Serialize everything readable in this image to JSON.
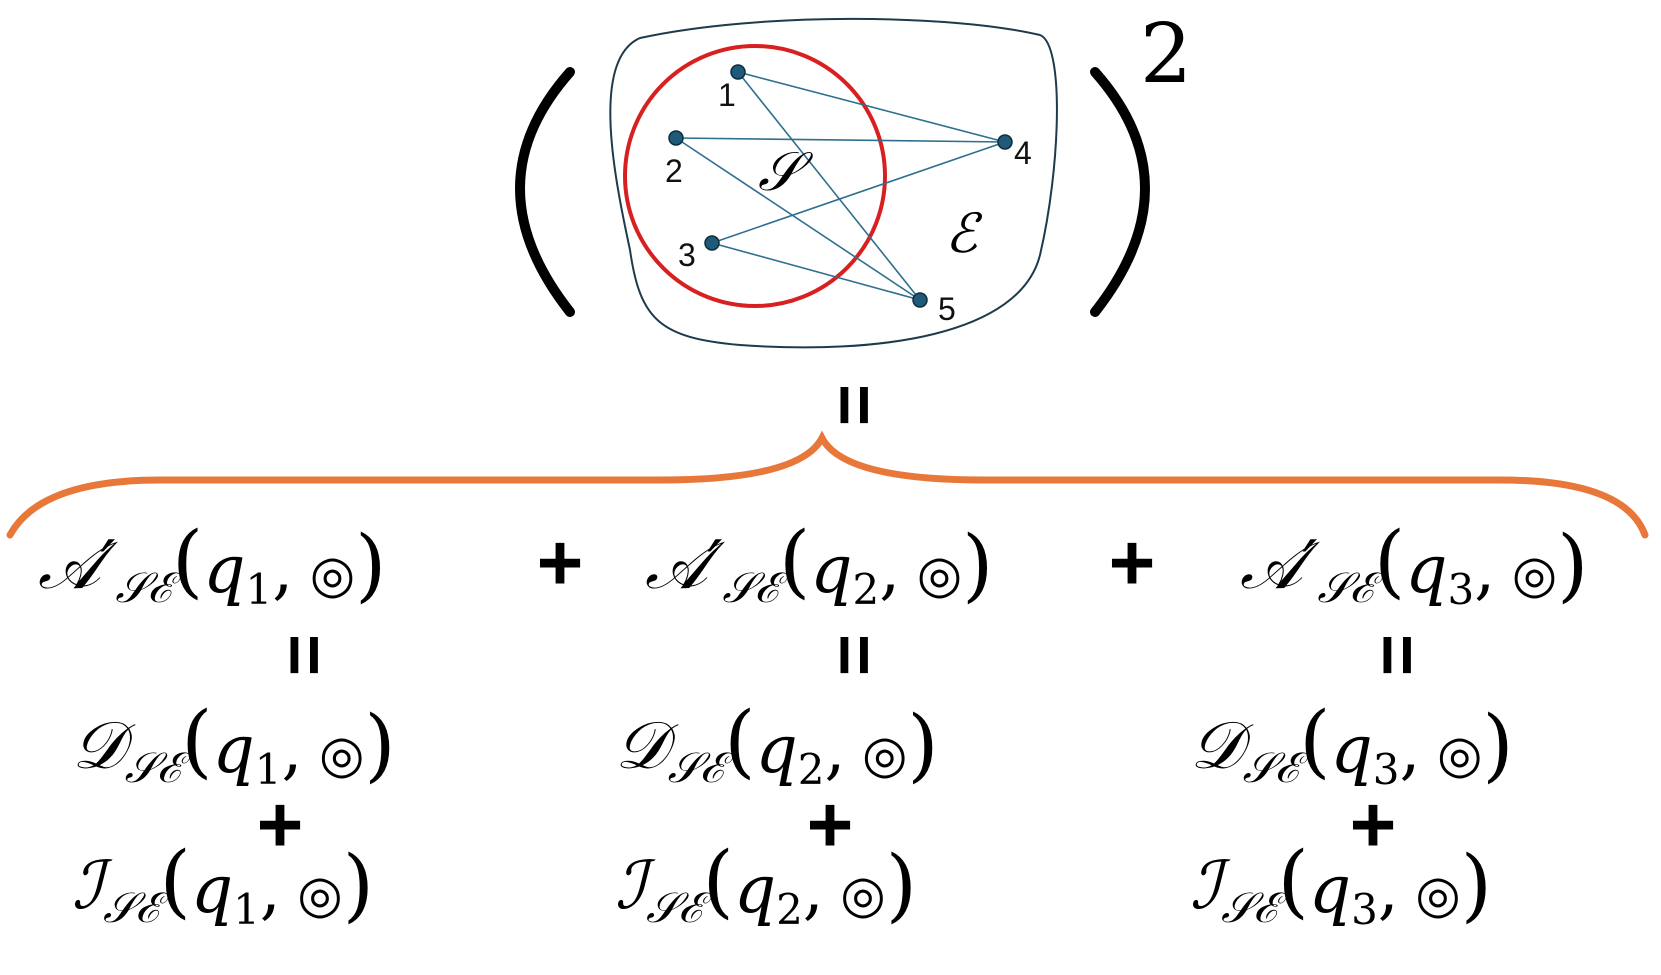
{
  "diagram": {
    "exponent": "2",
    "subsystem_label": "𝒮",
    "environment_label": "ℰ",
    "nodes": [
      {
        "id": "1",
        "label": "1"
      },
      {
        "id": "2",
        "label": "2"
      },
      {
        "id": "3",
        "label": "3"
      },
      {
        "id": "4",
        "label": "4"
      },
      {
        "id": "5",
        "label": "5"
      }
    ],
    "edges": [
      [
        "1",
        "4"
      ],
      [
        "1",
        "5"
      ],
      [
        "2",
        "4"
      ],
      [
        "2",
        "5"
      ],
      [
        "3",
        "4"
      ],
      [
        "3",
        "5"
      ]
    ],
    "colors": {
      "boundary": "#1e3a4c",
      "subsystem_circle": "#d92020",
      "edge": "#2f6f8f",
      "node": "#1f5a7a",
      "brace": "#e8773a"
    }
  },
  "equation": {
    "equals_sign": "=",
    "plus_sign": "+",
    "terms": [
      {
        "A_symbol": "𝒜′",
        "D_symbol": "𝒟",
        "I_symbol": "ℐ",
        "sub": "𝒮ℰ",
        "arg_q": "q",
        "arg_index": "1",
        "sep": ",",
        "odot": "◎",
        "open": "(",
        "close": ")"
      },
      {
        "A_symbol": "𝒜′",
        "D_symbol": "𝒟",
        "I_symbol": "ℐ",
        "sub": "𝒮ℰ",
        "arg_q": "q",
        "arg_index": "2",
        "sep": ",",
        "odot": "◎",
        "open": "(",
        "close": ")"
      },
      {
        "A_symbol": "𝒜′",
        "D_symbol": "𝒟",
        "I_symbol": "ℐ",
        "sub": "𝒮ℰ",
        "arg_q": "q",
        "arg_index": "3",
        "sep": ",",
        "odot": "◎",
        "open": "(",
        "close": ")"
      }
    ]
  }
}
